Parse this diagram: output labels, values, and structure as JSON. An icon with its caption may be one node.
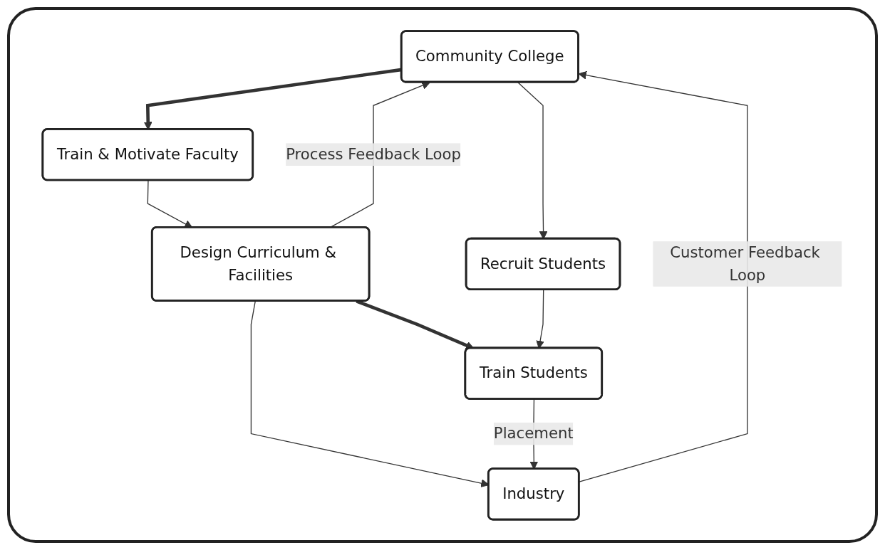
{
  "diagram": {
    "nodes": [
      {
        "text": [
          "Community College"
        ]
      },
      {
        "text": [
          "Industry"
        ]
      },
      {
        "text": [
          "Train & Motivate Faculty"
        ]
      },
      {
        "text": [
          "Design Curriculum & Facilities"
        ]
      },
      {
        "text": [
          "Recruit Students"
        ]
      },
      {
        "text": [
          "Train Students"
        ]
      }
    ],
    "edges": [
      {
        "from": 3,
        "to": 0,
        "arrow": "to",
        "label": "Process Feedback Loop"
      },
      {
        "from": 3,
        "to": 1,
        "arrow": "to"
      },
      {
        "from": 1,
        "to": 0,
        "arrow": "to",
        "label": "Customer Feedback Loop"
      },
      {
        "from": 0,
        "to": 2,
        "arrow": "to",
        "style": "thick"
      },
      {
        "from": 0,
        "to": 4,
        "arrow": "to"
      },
      {
        "from": 2,
        "to": 3,
        "arrow": "to"
      },
      {
        "from": 3,
        "to": 5,
        "arrow": "to",
        "style": "thick"
      },
      {
        "from": 4,
        "to": 5,
        "arrow": "to"
      },
      {
        "from": 5,
        "to": 1,
        "arrow": "to",
        "label": "Placement"
      }
    ]
  }
}
